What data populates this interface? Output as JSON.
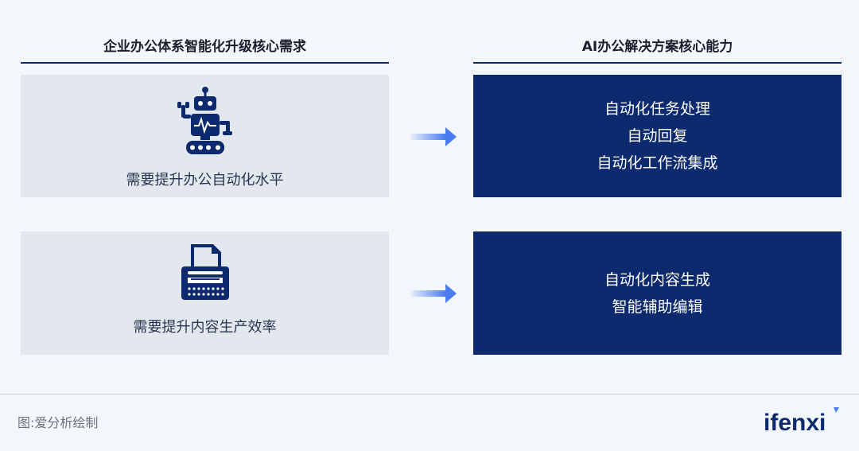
{
  "headers": {
    "left": "企业办公体系智能化升级核心需求",
    "right": "AI办公解决方案核心能力"
  },
  "needs": [
    {
      "icon": "robot-icon",
      "label": "需要提升办公自动化水平"
    },
    {
      "icon": "typewriter-icon",
      "label": "需要提升内容生产效率"
    }
  ],
  "solutions": [
    {
      "items": [
        "自动化任务处理",
        "自动回复",
        "自动化工作流集成"
      ]
    },
    {
      "items": [
        "自动化内容生成",
        "智能辅助编辑"
      ]
    }
  ],
  "footer": {
    "source": "图:爱分析绘制",
    "logo_text": "ifenxi"
  },
  "colors": {
    "navy": "#0d2a6e",
    "need_bg": "#e3e8ef",
    "arrow": "#4a7cf0"
  }
}
